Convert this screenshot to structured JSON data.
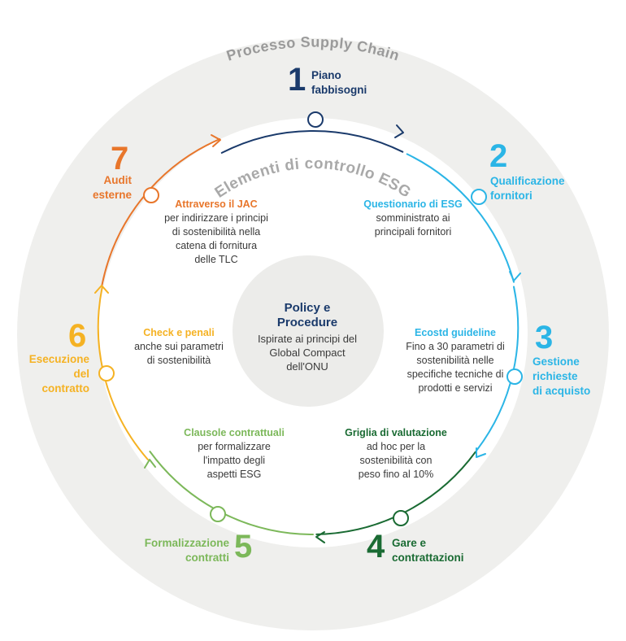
{
  "outer_title": "Processo Supply Chain",
  "inner_title": "Elementi di controllo ESG",
  "center": {
    "title_line1": "Policy e",
    "title_line2": "Procedure",
    "sub_line1": "Ispirate ai principi del",
    "sub_line2": "Global Compact",
    "sub_line3": "dell'ONU"
  },
  "colors": {
    "navy": "#1a3a6b",
    "cyan": "#2bb5e6",
    "dark_green": "#1a6b33",
    "light_green": "#7cb85a",
    "yellow": "#f5b223",
    "orange": "#e8762b",
    "ring_gray": "#efefed",
    "outer_text_gray": "#9a9a9a"
  },
  "stages": [
    {
      "number": "1",
      "line1": "Piano",
      "line2": "fabbisogni"
    },
    {
      "number": "2",
      "line1": "Qualificazione",
      "line2": "fornitori"
    },
    {
      "number": "3",
      "line1": "Gestione",
      "line2": "richieste",
      "line3": "di acquisto"
    },
    {
      "number": "4",
      "line1": "Gare e",
      "line2": "contrattazioni"
    },
    {
      "number": "5",
      "line1": "Formalizzazione",
      "line2": "contratti"
    },
    {
      "number": "6",
      "line1": "Esecuzione",
      "line2": "del",
      "line3": "contratto"
    },
    {
      "number": "7",
      "line1": "Audit",
      "line2": "esterne"
    }
  ],
  "controls": [
    {
      "title": "Questionario di ESG",
      "lines": [
        "somministrato ai",
        "principali fornitori"
      ]
    },
    {
      "title": "Ecostd guideline",
      "lines": [
        "Fino a 30 parametri di",
        "sostenibilità nelle",
        "specifiche tecniche di",
        "prodotti e servizi"
      ]
    },
    {
      "title": "Griglia di valutazione",
      "lines": [
        "ad hoc per la",
        "sostenibilità con",
        "peso fino al 10%"
      ]
    },
    {
      "title": "Clausole contrattuali",
      "lines": [
        "per formalizzare",
        "l'impatto degli",
        "aspetti ESG"
      ]
    },
    {
      "title": "Check e penali",
      "lines": [
        "anche sui parametri",
        "di sostenibilità"
      ]
    },
    {
      "title": "Attraverso il JAC",
      "lines": [
        "per indirizzare i principi",
        "di sostenibilità nella",
        "catena di fornitura",
        "delle TLC"
      ]
    }
  ]
}
